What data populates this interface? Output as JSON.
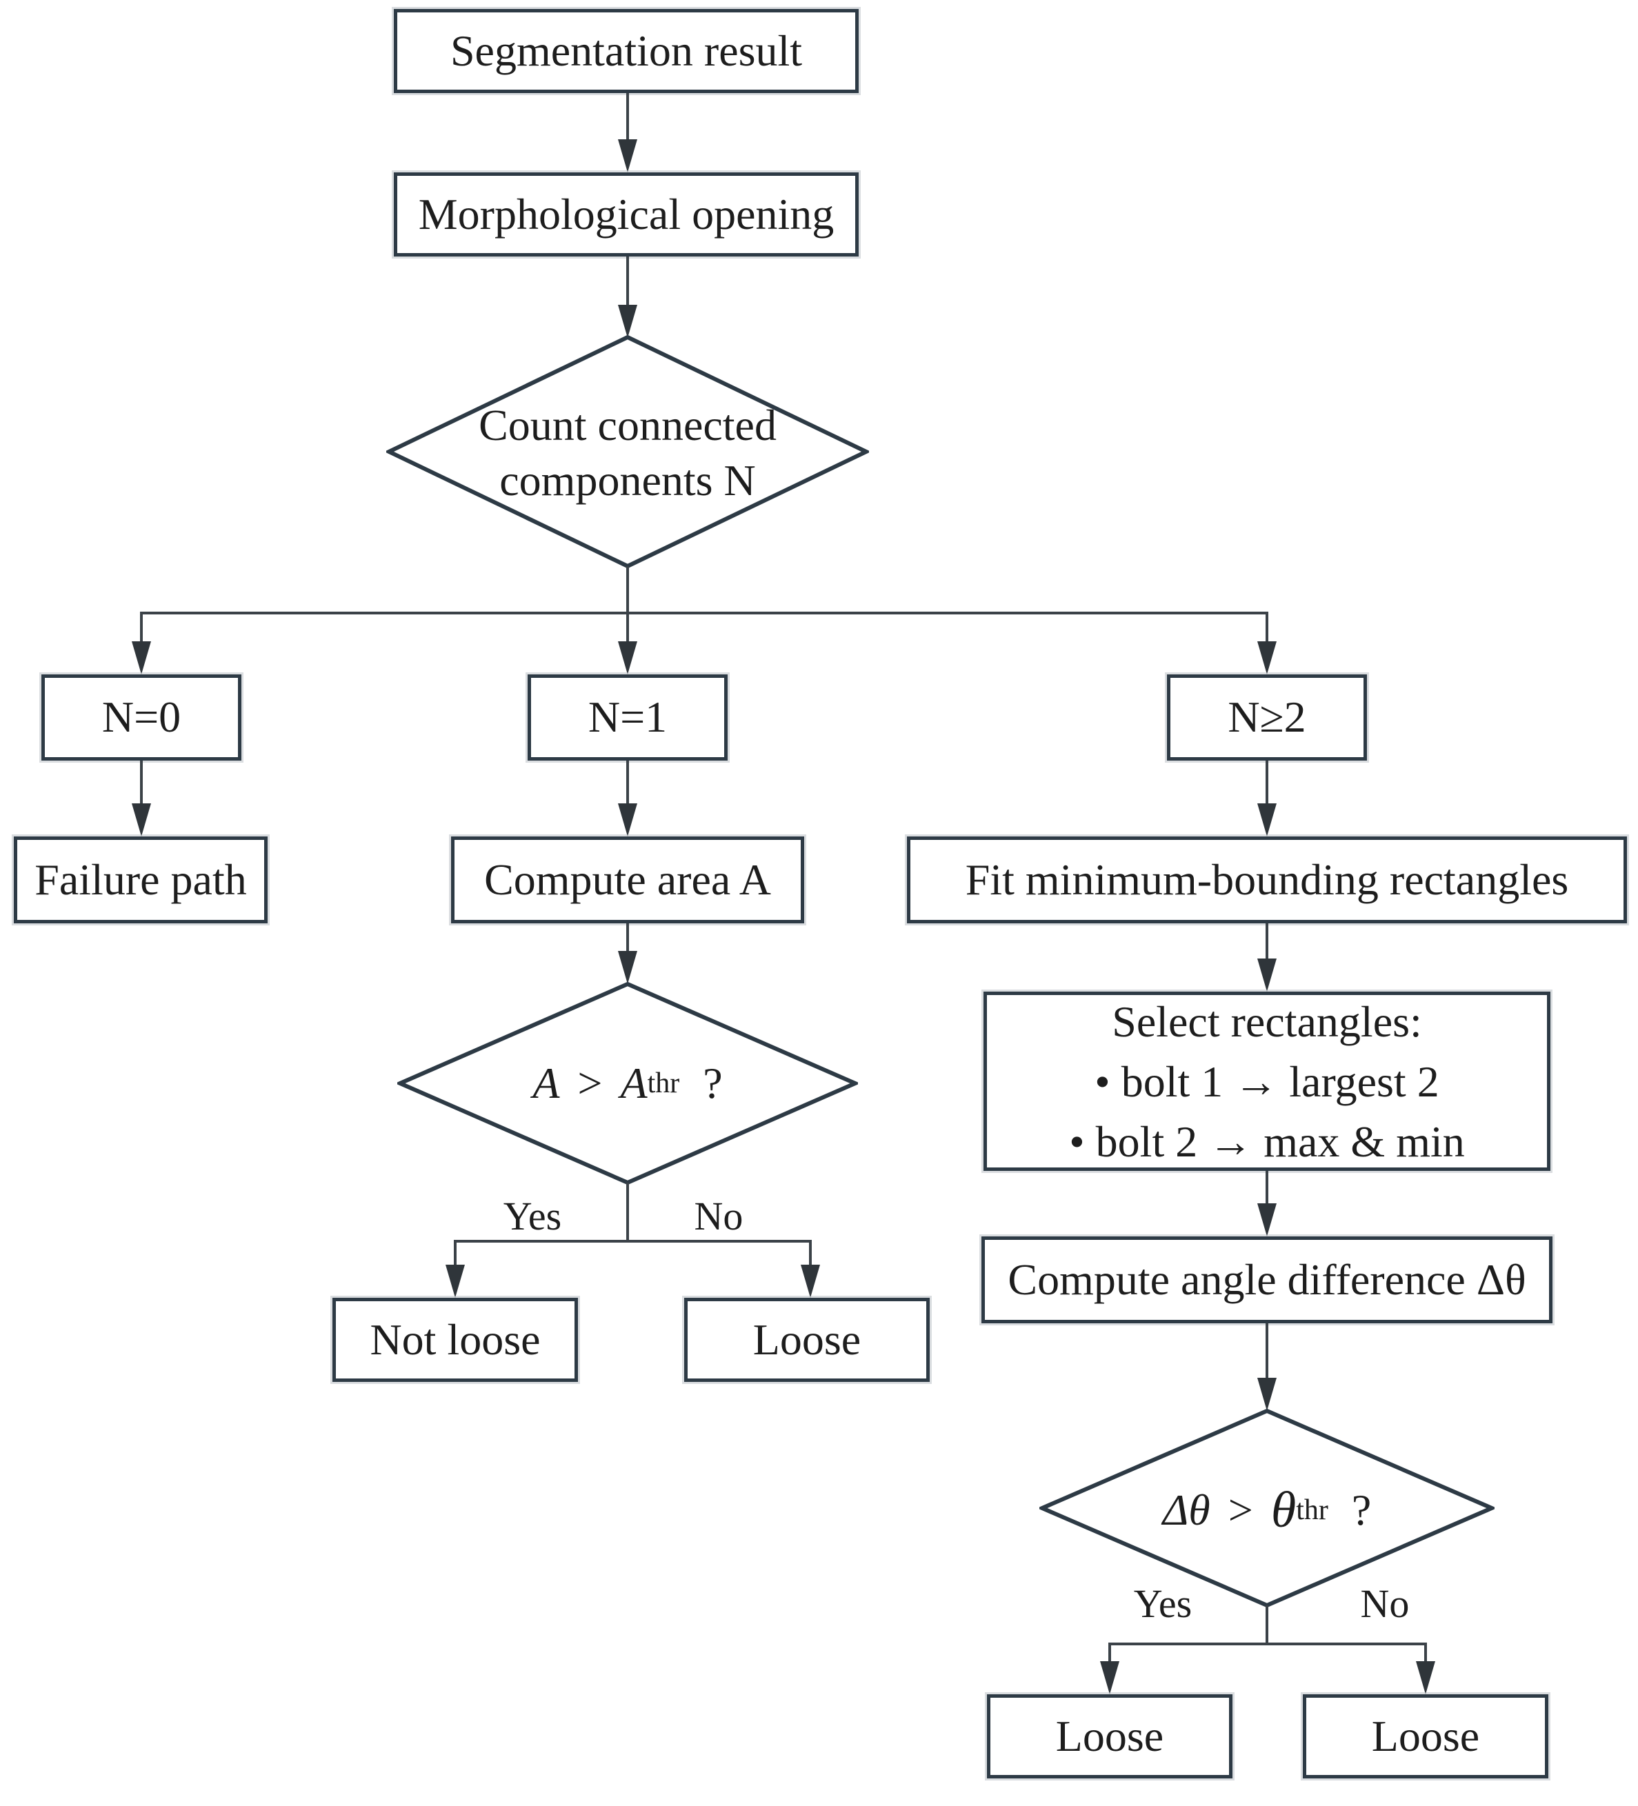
{
  "flowchart": {
    "nodes": {
      "segmentation_result": {
        "label": "Segmentation result"
      },
      "morphological_opening": {
        "label": "Morphological opening"
      },
      "count_components_decision": {
        "line1": "Count connected",
        "line2": "components N"
      },
      "n_equals_0": {
        "label": "N=0"
      },
      "n_equals_1": {
        "label": "N=1"
      },
      "n_geq_2": {
        "label": "N≥2"
      },
      "failure_path": {
        "label": "Failure path"
      },
      "compute_area": {
        "label": "Compute area A"
      },
      "area_decision": {
        "lhs": "A",
        "operator": ">",
        "threshold_base": "A",
        "threshold_subscript": "thr",
        "question_mark": "?"
      },
      "not_loose": {
        "label": "Not loose"
      },
      "loose_area_branch": {
        "label": "Loose"
      },
      "fit_rectangles": {
        "label": "Fit minimum-bounding rectangles"
      },
      "select_rectangles": {
        "title": "Select rectangles:",
        "bullet_1": "• bolt 1 → largest 2",
        "bullet_2": "• bolt 2 → max & min"
      },
      "compute_angle": {
        "label": "Compute angle difference Δθ"
      },
      "angle_decision": {
        "lhs": "Δθ",
        "operator": ">",
        "threshold_base": "θ",
        "threshold_subscript": "thr",
        "question_mark": "?"
      },
      "loose_angle_yes": {
        "label": "Loose"
      },
      "loose_angle_no": {
        "label": "Loose"
      }
    },
    "edge_labels": {
      "area_yes": "Yes",
      "area_no": "No",
      "angle_yes": "Yes",
      "angle_no": "No"
    },
    "colors": {
      "background": "#ffffff",
      "node_border": "#2d3a45",
      "connector_line": "#3b4248",
      "text": "#1d1d1d"
    }
  }
}
